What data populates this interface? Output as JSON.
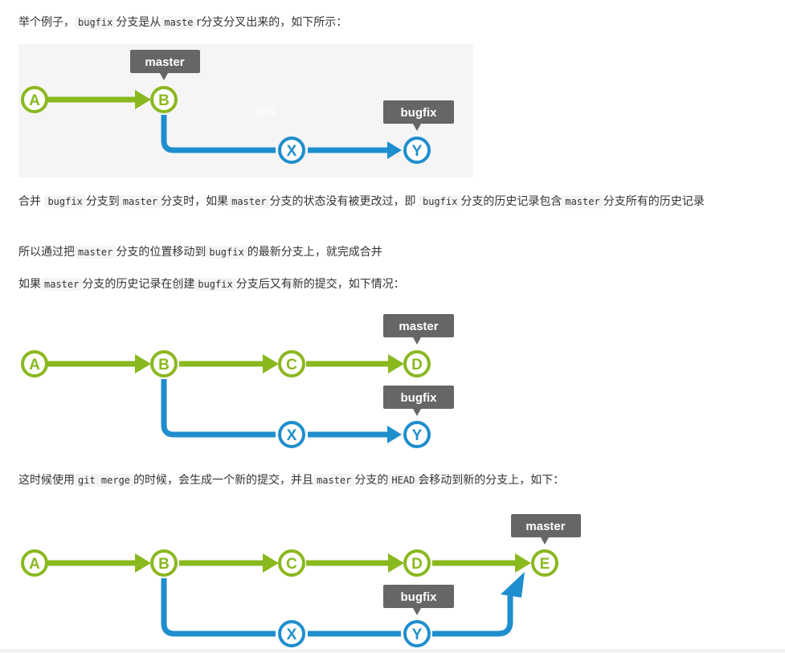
{
  "paragraphs": {
    "p1": {
      "pre": "举个例子，",
      "code1": "bugfix",
      "mid": "分支是从",
      "code2": "maste",
      "post": "r分支分叉出来的，如下所示："
    },
    "p2": {
      "pre": "合并 ",
      "code1": "bugfix",
      "mid1": "分支到",
      "code2": "master",
      "mid2": "分支时，如果",
      "code3": "master",
      "mid3": "分支的状态没有被更改过，即 ",
      "code4": "bugfix",
      "mid4": "分支的历史记录包含",
      "code5": "master",
      "post": "分支所有的历史记录"
    },
    "p3": {
      "pre": "所以通过把",
      "code1": "master",
      "mid": "分支的位置移动到",
      "code2": "bugfix",
      "post": "的最新分支上，就完成合并"
    },
    "p4": {
      "pre": "如果",
      "code1": "master",
      "mid": "分支的历史记录在创建",
      "code2": "bugfix",
      "post": "分支后又有新的提交，如下情况："
    },
    "p5": {
      "pre": "这时候使用",
      "code1": "git merge",
      "mid1": "的时候，会生成一个新的提交，并且",
      "code2": "master",
      "mid2": "分支的",
      "code3": "HEAD",
      "post": "会移动到新的分支上，如下："
    }
  },
  "figures": {
    "fig1": {
      "nodes": [
        "A",
        "B",
        "X",
        "Y"
      ],
      "tags": [
        "master",
        "bugfix"
      ],
      "watermark": "© 图铁"
    },
    "fig2": {
      "nodes": [
        "A",
        "B",
        "C",
        "D",
        "X",
        "Y"
      ],
      "tags": [
        "master",
        "bugfix"
      ]
    },
    "fig3": {
      "nodes": [
        "A",
        "B",
        "C",
        "D",
        "E",
        "X",
        "Y"
      ],
      "tags": [
        "master",
        "bugfix"
      ]
    }
  },
  "colors": {
    "green": "#8ab81f",
    "blue": "#1f8ecd",
    "tag": "#666666",
    "figure_bg": "#f5f5f5"
  }
}
